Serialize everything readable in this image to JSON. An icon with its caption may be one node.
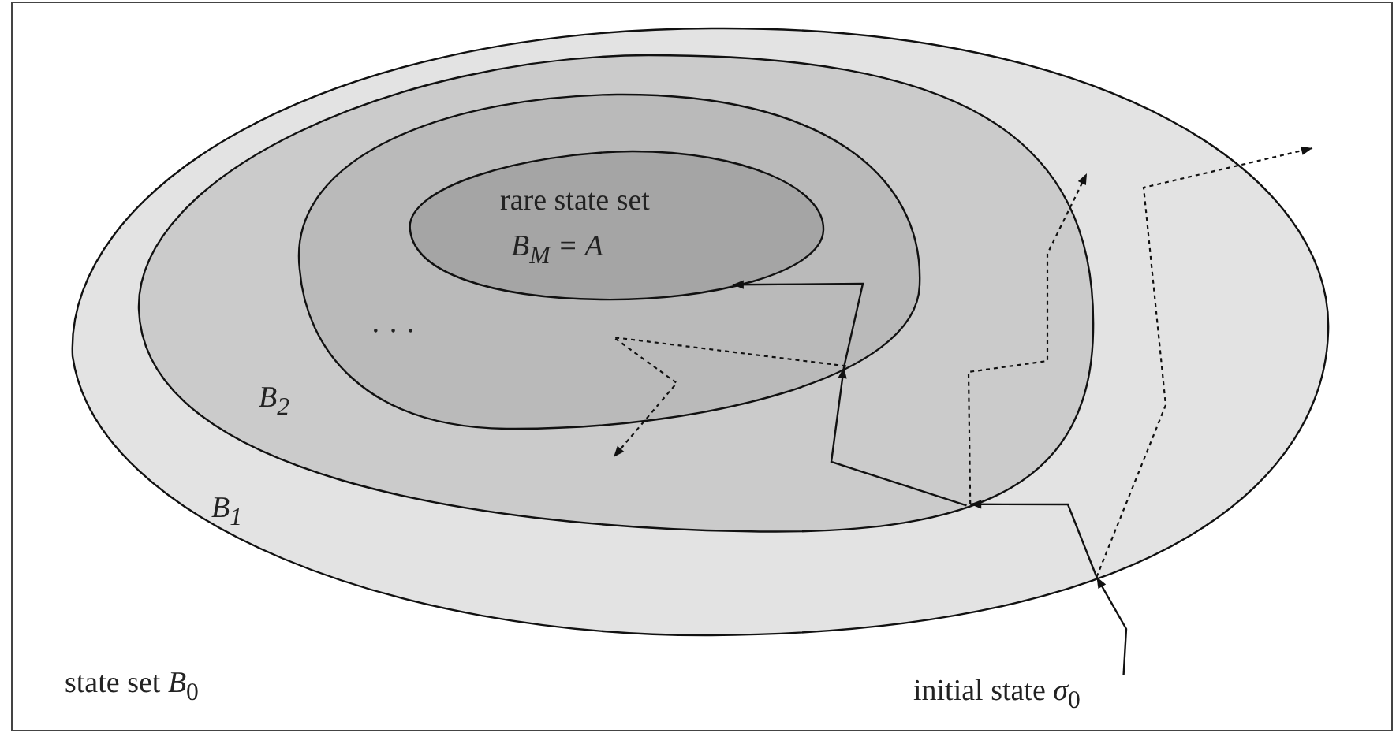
{
  "diagram": {
    "nodes": [
      {
        "text": [
          "state set *B*$_{0}$"
        ]
      },
      {
        "text": [
          "B$_{1}$"
        ],
        "in": 0
      },
      {
        "text": [
          "B$_{2}$"
        ],
        "in": 1
      },
      {
        "text": [
          "· · ·"
        ],
        "in": 2
      },
      {
        "text": [
          "rare state set",
          "B$_{M}$ = A"
        ],
        "in": 3
      },
      {
        "text": [
          "initial state *σ*$_{0}$"
        ],
        "in": 0
      }
    ],
    "edges": [
      {
        "from": 5,
        "to": 1,
        "arrow": "to"
      },
      {
        "from": 1,
        "to": 2,
        "arrow": "to"
      },
      {
        "from": 2,
        "to": 3,
        "arrow": "to"
      },
      {
        "from": 3,
        "to": 4,
        "arrow": "to"
      },
      {
        "from": 3,
        "to": null,
        "arrow": "to",
        "style": "dashed"
      },
      {
        "from": 2,
        "to": null,
        "arrow": "to",
        "style": "dashed"
      },
      {
        "from": 1,
        "to": null,
        "arrow": "to",
        "style": "dashed"
      }
    ]
  }
}
